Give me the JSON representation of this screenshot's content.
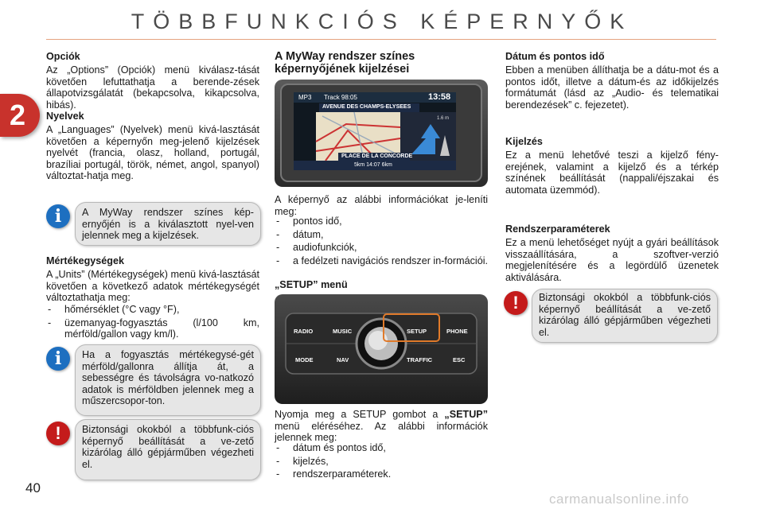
{
  "header": {
    "title": "TÖBBFUNKCIÓS KÉPERNYŐK",
    "chapter": "2"
  },
  "page_number": "40",
  "watermark": "carmanualsonline.info",
  "col1": {
    "options_head": "Opciók",
    "options_text": "Az „Options” (Opciók) menü kiválasz-tását követően lefuttathatja a berende-zések állapotvizsgálatát (bekapcsolva, kikapcsolva, hibás).",
    "lang_head": "Nyelvek",
    "lang_text": "A „Languages” (Nyelvek) menü kivá-lasztását követően a képernyőn meg-jelenő kijelzések nyelvét (francia, olasz, holland, portugál, brazíliai portugál, török, német, angol, spanyol) változtat-hatja meg.",
    "info1": "A MyWay rendszer színes kép-ernyőjén is a kiválasztott nyel-ven jelennek meg a kijelzések.",
    "units_head": "Mértékegységek",
    "units_text": "A „Units” (Mértékegységek) menü kivá-lasztását követően a következő adatok mértékegységét változtathatja meg:",
    "units_list": [
      "hőmérséklet (°C vagy °F),",
      "üzemanyag-fogyasztás (l/100 km, mérföld/gallon vagy km/l)."
    ],
    "info2": "Ha a fogyasztás mértékegysé-gét mérföld/gallonra állítja át, a sebességre és távolságra vo-natkozó adatok is mérföldben jelennek meg a műszercsopor-ton.",
    "warn1": "Biztonsági okokból a többfunk-ciós képernyő beállítását a ve-zető kizárólag álló gépjárműben végezheti el."
  },
  "col2": {
    "myway_head": "A MyWay rendszer színes képernyőjének kijelzései",
    "screen": {
      "mode": "MP3",
      "track": "Track 98:05",
      "time": "13:58",
      "street_top": "AVENUE DES CHAMPS-ELYSEES",
      "street_bottom": "PLACE DE LA CONCORDE",
      "status": "5km  14:07  6km",
      "distance": "1.6 m"
    },
    "intro_text": "A képernyő az alábbi információkat je-leníti meg:",
    "intro_list": [
      "pontos idő,",
      "dátum,",
      "audiofunkciók,",
      "a fedélzeti navigációs rendszer in-formációi."
    ],
    "setup_head": "„SETUP” menü",
    "panel": {
      "radio": "RADIO",
      "music": "MUSIC",
      "setup": "SETUP",
      "phone": "PHONE",
      "mode": "MODE",
      "nav": "NAV",
      "traffic": "TRAFFIC",
      "esc": "ESC"
    },
    "setup_text_a": "Nyomja meg a SETUP gombot a ",
    "setup_text_b": "„SETUP”",
    "setup_text_c": " menü eléréséhez. Az alábbi információk jelennek meg:",
    "setup_list": [
      "dátum és pontos idő,",
      "kijelzés,",
      "rendszerparaméterek."
    ]
  },
  "col3": {
    "date_head": "Dátum és pontos idő",
    "date_text": "Ebben a menüben állíthatja be a dátu-mot és a pontos időt, illetve a dátum-és az időkijelzés formátumát (lásd az „Audio- és telematikai berendezések” c. fejezetet).",
    "display_head": "Kijelzés",
    "display_text": "Ez a menü lehetővé teszi a kijelző fény-erejének, valamint a kijelző és a térkép színének beállítását (nappali/éjszakai és automata üzemmód).",
    "sys_head": "Rendszerparaméterek",
    "sys_text": "Ez a menü lehetőséget nyújt a gyári beállítások visszaállítására, a szoftver-verzió megjelenítésére és a legördülő üzenetek aktiválására.",
    "warn2": "Biztonsági okokból a többfunk-ciós képernyő beállítását a ve-zető kizárólag álló gépjárműben végezheti el."
  }
}
